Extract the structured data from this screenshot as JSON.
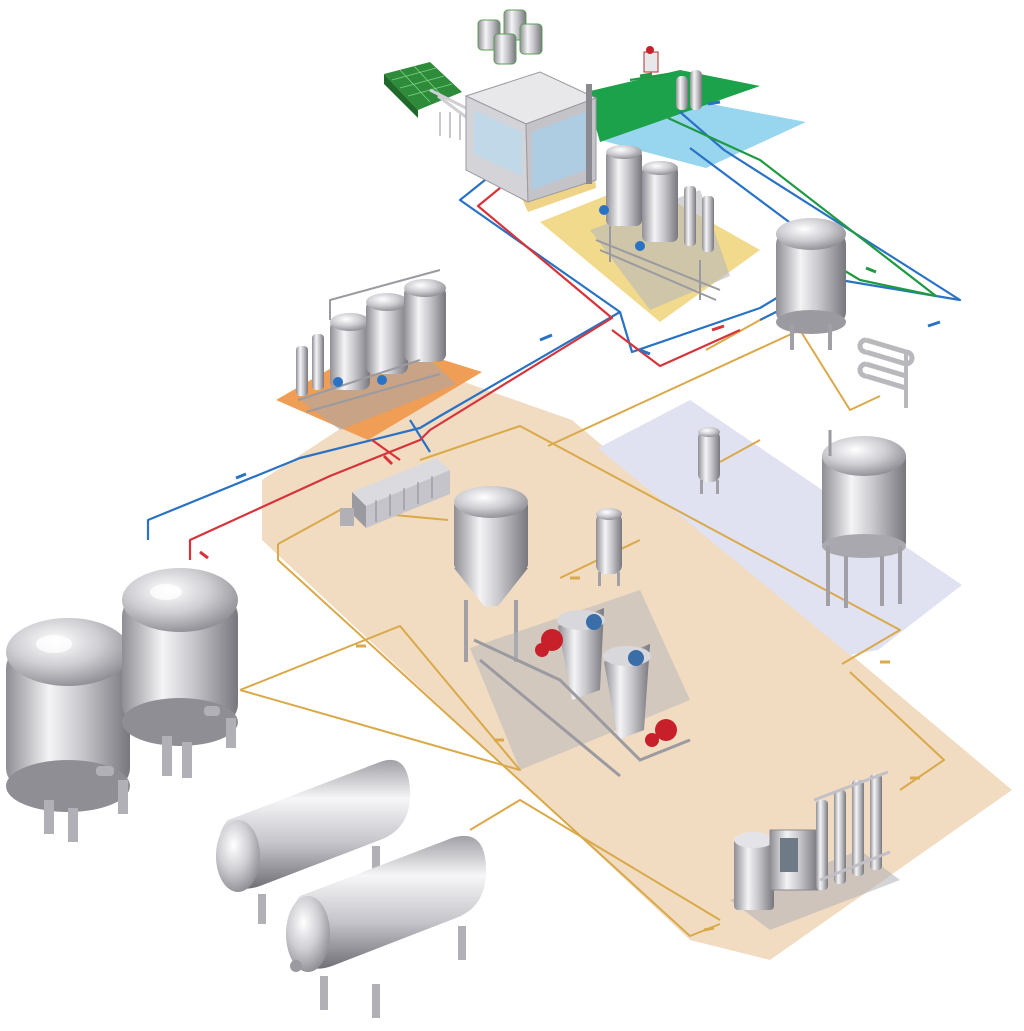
{
  "diagram": {
    "kind": "isometric process plant layout",
    "text_labels": []
  },
  "colors": {
    "background": "#ffffff",
    "main_floor": "#f1dcc2",
    "orange_zone": "#f0a15c",
    "yellow_zone": "#f0d98a",
    "green_zone": "#1fa24a",
    "blue_zone": "#8fd3ef",
    "lavender_zone": "#dfe0f0",
    "pipe_gold": "#d9a94a",
    "pipe_blue": "#2a72c4",
    "pipe_red": "#d7333a",
    "pipe_green": "#1f9a42",
    "steel": "#c8c8cc",
    "pump_red": "#c8202a",
    "crate_green": "#2e8b3a"
  },
  "equipment": [
    "vertical-storage-tank",
    "vertical-storage-tank",
    "horizontal-storage-tank",
    "horizontal-storage-tank",
    "filter-press",
    "conical-fermenter",
    "cartridge-filter",
    "dosing-skid",
    "column-distillation-unit",
    "three-tank-skid",
    "twin-tank-skid",
    "buffer-tank",
    "filling-cabin",
    "bottle-crates",
    "drum-stack",
    "heat-exchanger-coil",
    "lavender-zone-tank",
    "small-vessel"
  ]
}
